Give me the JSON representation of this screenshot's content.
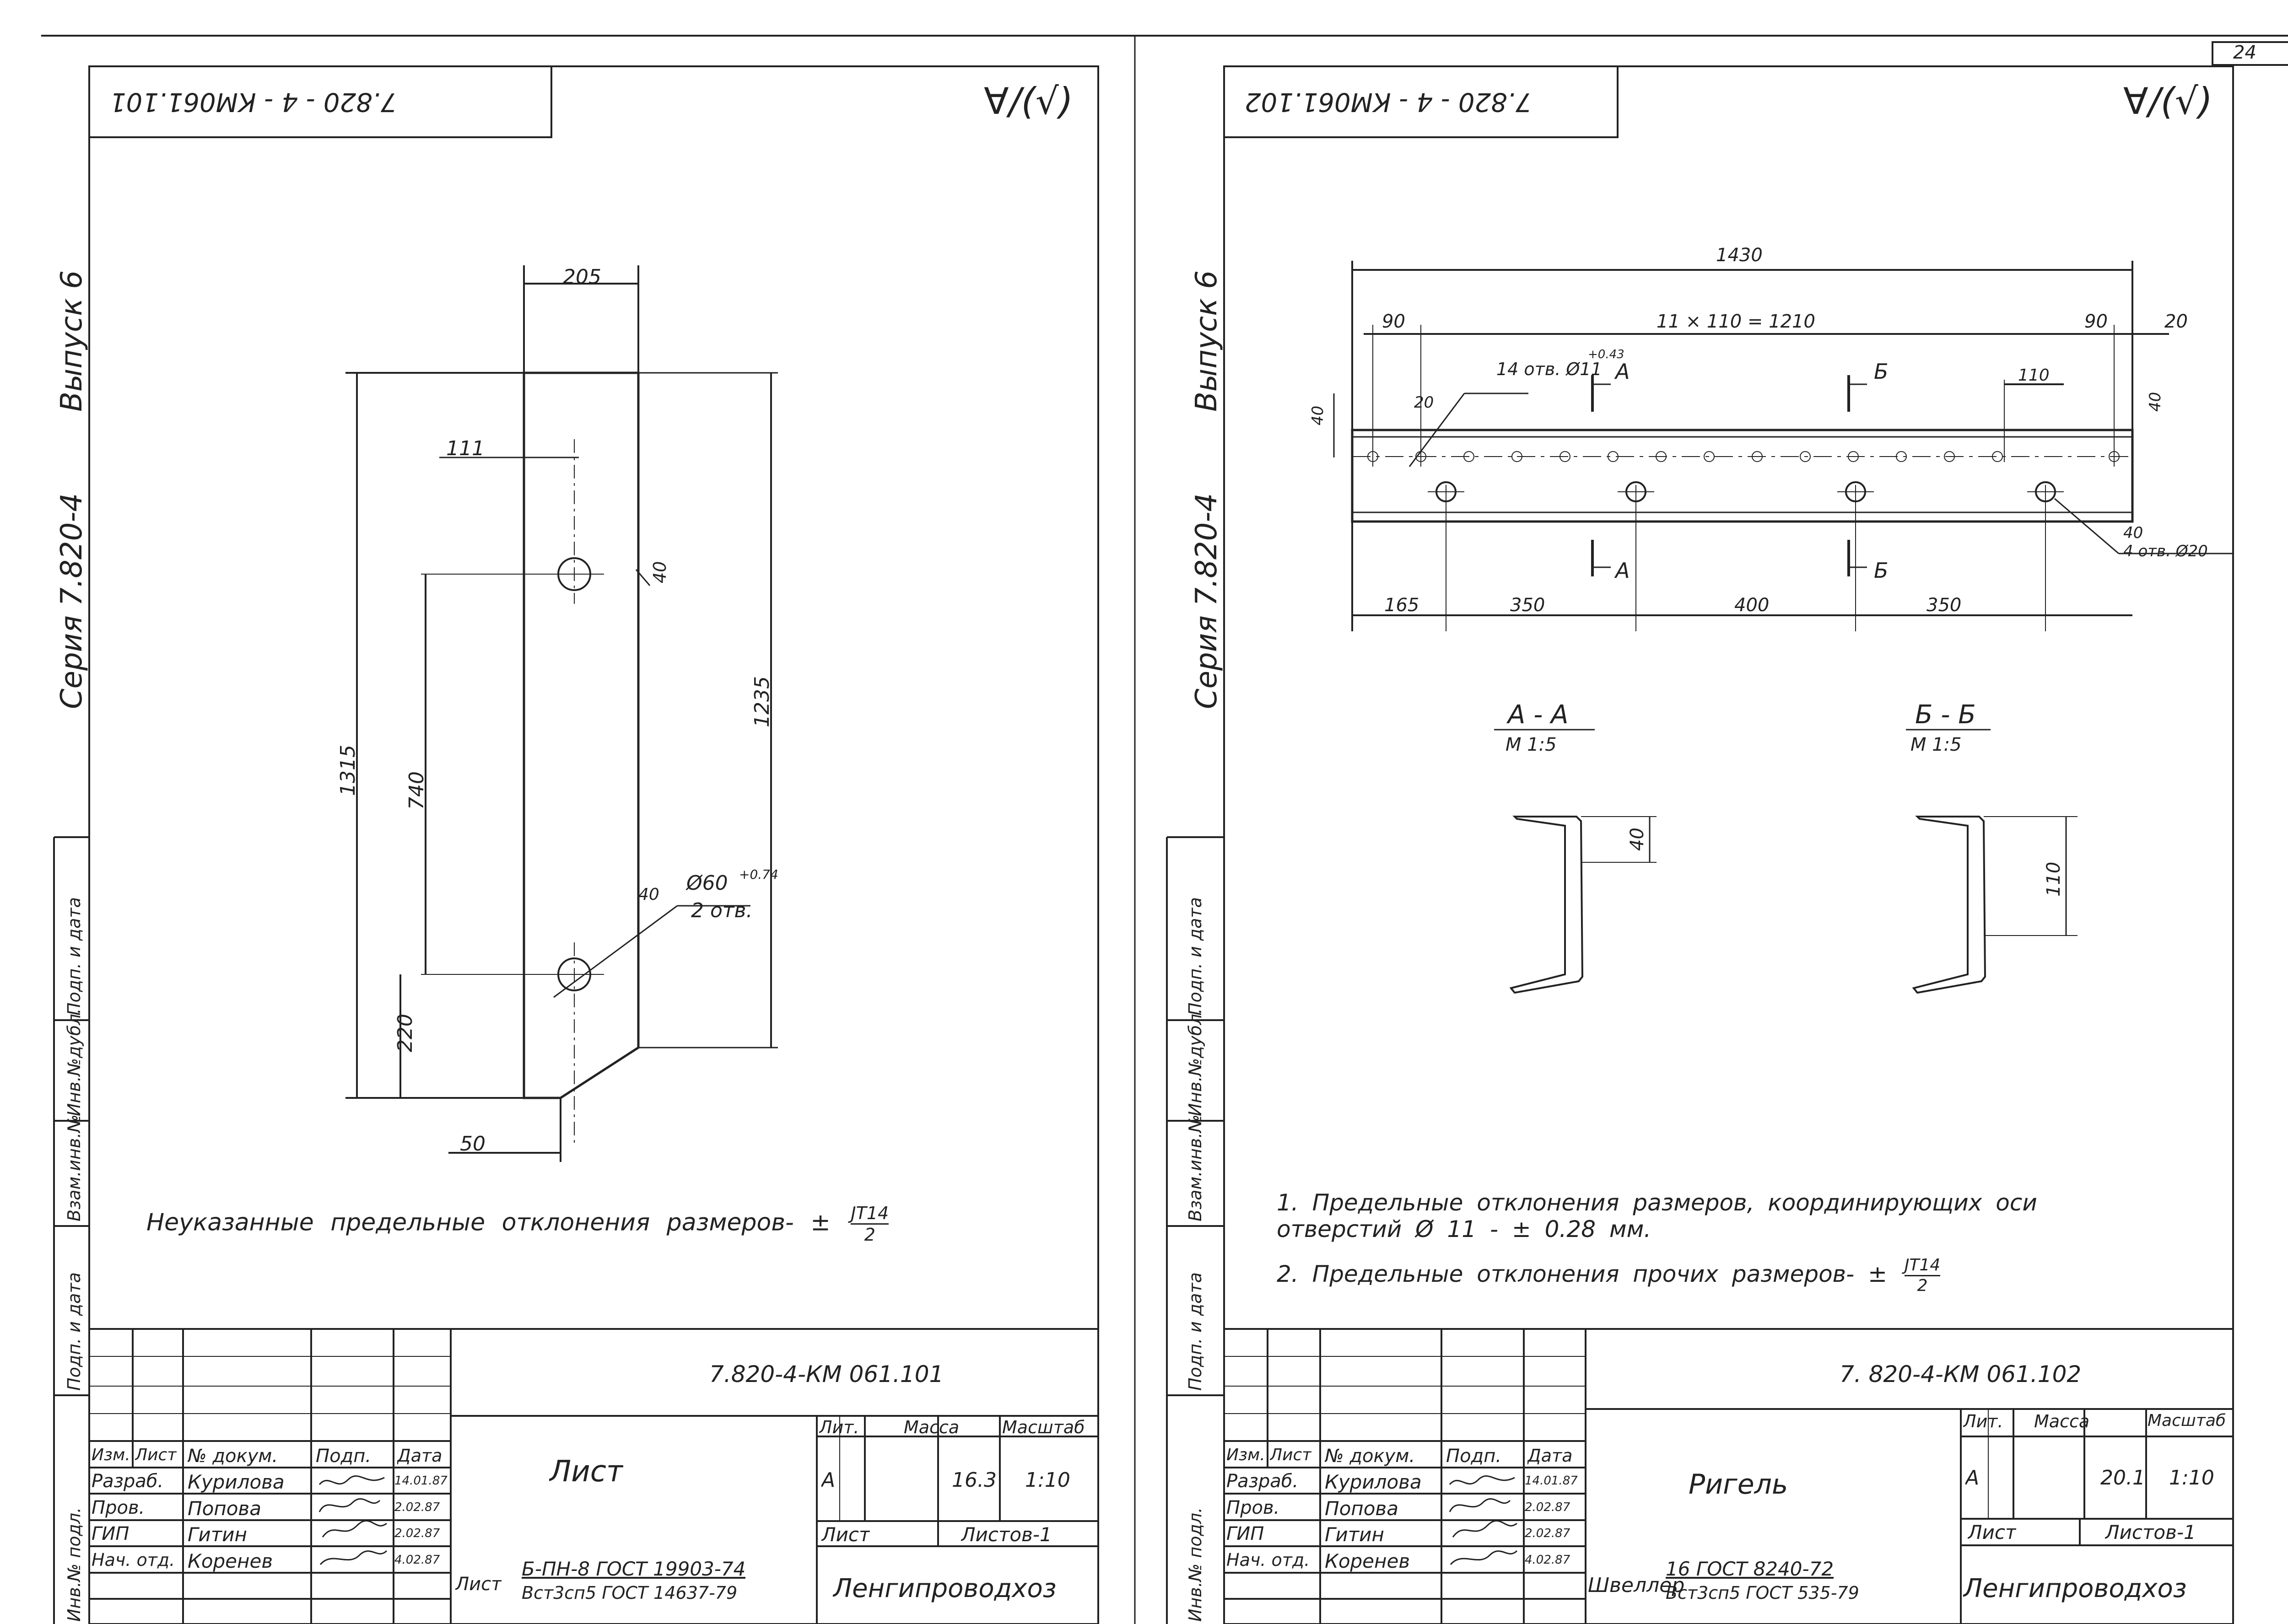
{
  "page_number": "24",
  "sheets": [
    {
      "stamp_code": "7.820 - 4 - КМ061.101",
      "mark": "∀/(√)",
      "series": "Серия  7.820-4",
      "issue": "Выпуск 6",
      "side_labels": [
        "Инв.№ подл.",
        "Подп. и дата",
        "Взам.инв.№",
        "Инв.№дубл.",
        "Подп. и дата"
      ],
      "drawing": {
        "dims": [
          "205",
          "111",
          "1235",
          "1315",
          "740",
          "220",
          "50"
        ],
        "hole_small": "40",
        "hole_big_dia": "Ø60",
        "hole_big_tol": "+0.74",
        "hole_big_count": "2 отв.",
        "hole_big_edge": "40"
      },
      "notes": [],
      "note_single": {
        "text": "Неуказанные     предельные     отклонения     размеров- ±",
        "frac_num": "JT14",
        "frac_den": "2"
      },
      "title_block": {
        "code": "7.820-4-КМ 061.101",
        "headers": [
          "Изм.",
          "Лист",
          "№ докум.",
          "Подп.",
          "Дата"
        ],
        "rows": [
          {
            "role": "Разраб.",
            "name": "Курилова",
            "date": "14.01.87"
          },
          {
            "role": "Пров.",
            "name": "Попова",
            "date": "2.02.87"
          },
          {
            "role": "ГИП",
            "name": "Гитин",
            "date": "2.02.87"
          },
          {
            "role": "Нач. отд.",
            "name": "Коренев",
            "date": "4.02.87"
          }
        ],
        "name": "Лист",
        "material_prefix": "Лист",
        "material_line1": "Б-ПН-8  ГОСТ 19903-74",
        "material_line2": "Вст3сп5 ГОСТ 14637-79",
        "lit_header": "Лит.",
        "mass_header": "Масса",
        "scale_header": "Масштаб",
        "lit": "А",
        "mass": "16.3",
        "scale": "1:10",
        "sheet_label": "Лист",
        "sheets_label": "Листов-1",
        "org": "Ленгипроводхоз"
      }
    },
    {
      "stamp_code": "7.820 - 4 - КМ061.102",
      "mark": "∀/(√)",
      "series": "Серия  7.820-4",
      "issue": "Выпуск 6",
      "side_labels": [
        "Инв.№ подл.",
        "Подп. и дата",
        "Взам.инв.№",
        "Инв.№дубл.",
        "Подп. и дата"
      ],
      "drawing": {
        "dims_top": [
          "1430",
          "90",
          "11 × 110 = 1210",
          "90",
          "20",
          "110",
          "40",
          "40",
          "20",
          "40"
        ],
        "holes_note": "14 отв. Ø11",
        "holes_tol": "+0.43",
        "holes_big": "4 отв. Ø20",
        "dims_bottom": [
          "165",
          "350",
          "400",
          "350"
        ],
        "section_aa": "А - А",
        "section_bb": "Б - Б",
        "section_scale": "М 1:5",
        "sec_a_dim": "40",
        "sec_b_dim": "110",
        "cut_a": "А",
        "cut_b": "Б"
      },
      "notes": [
        "1.  Предельные     отклонения     размеров, координирующих  оси",
        "отверстий Ø 11 - ± 0.28 мм."
      ],
      "note_single": {
        "text": "2.  Предельные    отклонения    прочих   размеров- ±",
        "frac_num": "JT14",
        "frac_den": "2"
      },
      "title_block": {
        "code": "7. 820-4-КМ 061.102",
        "headers": [
          "Изм.",
          "Лист",
          "№ докум.",
          "Подп.",
          "Дата"
        ],
        "rows": [
          {
            "role": "Разраб.",
            "name": "Курилова",
            "date": "14.01.87"
          },
          {
            "role": "Пров.",
            "name": "Попова",
            "date": "2.02.87"
          },
          {
            "role": "ГИП",
            "name": "Гитин",
            "date": "2.02.87"
          },
          {
            "role": "Нач. отд.",
            "name": "Коренев",
            "date": "4.02.87"
          }
        ],
        "name": "Ригель",
        "material_prefix": "Швеллер",
        "material_line1": "16  ГОСТ 8240-72",
        "material_line2": "Вст3сп5 ГОСТ 535-79",
        "lit_header": "Лит.",
        "mass_header": "Масса",
        "scale_header": "Масштаб",
        "lit": "А",
        "mass": "20.1",
        "scale": "1:10",
        "sheet_label": "Лист",
        "sheets_label": "Листов-1",
        "org": "Ленгипроводхоз"
      }
    }
  ]
}
